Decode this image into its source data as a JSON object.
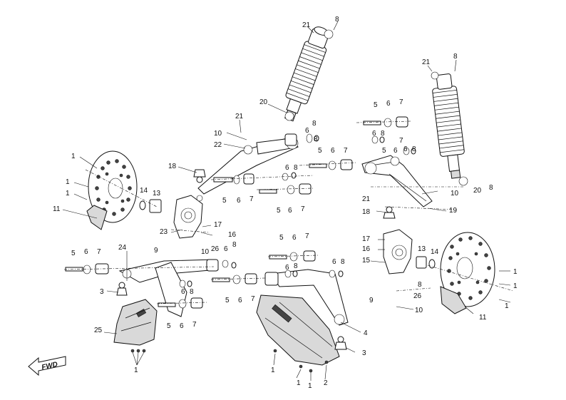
{
  "diagram": {
    "fwd_label": "FWD",
    "callouts": [
      {
        "id": "c21a",
        "text": "21"
      },
      {
        "id": "c8a",
        "text": "8"
      },
      {
        "id": "c21b",
        "text": "21"
      },
      {
        "id": "c8b",
        "text": "8"
      },
      {
        "id": "c20a",
        "text": "20"
      },
      {
        "id": "c21c",
        "text": "21"
      },
      {
        "id": "c8c",
        "text": "8"
      },
      {
        "id": "c10a",
        "text": "10"
      },
      {
        "id": "c22",
        "text": "22"
      },
      {
        "id": "c6a",
        "text": "6"
      },
      {
        "id": "c8d",
        "text": "8"
      },
      {
        "id": "c5a",
        "text": "5"
      },
      {
        "id": "c6b",
        "text": "6"
      },
      {
        "id": "c7a",
        "text": "7"
      },
      {
        "id": "c6c",
        "text": "6"
      },
      {
        "id": "c8e",
        "text": "8"
      },
      {
        "id": "c5b",
        "text": "5"
      },
      {
        "id": "c6d",
        "text": "6"
      },
      {
        "id": "c7b",
        "text": "7"
      },
      {
        "id": "c6e",
        "text": "6"
      },
      {
        "id": "c8f",
        "text": "8"
      },
      {
        "id": "c5c",
        "text": "5"
      },
      {
        "id": "c6f",
        "text": "6"
      },
      {
        "id": "c7c",
        "text": "7"
      },
      {
        "id": "c6g",
        "text": "6"
      },
      {
        "id": "c8g",
        "text": "8"
      },
      {
        "id": "c18a",
        "text": "18"
      },
      {
        "id": "c5d",
        "text": "5"
      },
      {
        "id": "c6h",
        "text": "6"
      },
      {
        "id": "c7d",
        "text": "7"
      },
      {
        "id": "c5e",
        "text": "5"
      },
      {
        "id": "c6i",
        "text": "6"
      },
      {
        "id": "c7e",
        "text": "7"
      },
      {
        "id": "c21d",
        "text": "21"
      },
      {
        "id": "c10b",
        "text": "10"
      },
      {
        "id": "c20b",
        "text": "20"
      },
      {
        "id": "c8h",
        "text": "8"
      },
      {
        "id": "c19",
        "text": "19"
      },
      {
        "id": "c1a",
        "text": "1"
      },
      {
        "id": "c1b",
        "text": "1"
      },
      {
        "id": "c1c",
        "text": "1"
      },
      {
        "id": "c14a",
        "text": "14"
      },
      {
        "id": "c13a",
        "text": "13"
      },
      {
        "id": "c11a",
        "text": "11"
      },
      {
        "id": "c17a",
        "text": "17"
      },
      {
        "id": "c16a",
        "text": "16"
      },
      {
        "id": "c23",
        "text": "23"
      },
      {
        "id": "c9a",
        "text": "9"
      },
      {
        "id": "c26a",
        "text": "26"
      },
      {
        "id": "c10c",
        "text": "10"
      },
      {
        "id": "c6j",
        "text": "6"
      },
      {
        "id": "c8i",
        "text": "8"
      },
      {
        "id": "c5f",
        "text": "5"
      },
      {
        "id": "c6k",
        "text": "6"
      },
      {
        "id": "c7f",
        "text": "7"
      },
      {
        "id": "c24",
        "text": "24"
      },
      {
        "id": "c3a",
        "text": "3"
      },
      {
        "id": "c6l",
        "text": "6"
      },
      {
        "id": "c8j",
        "text": "8"
      },
      {
        "id": "c5g",
        "text": "5"
      },
      {
        "id": "c6m",
        "text": "6"
      },
      {
        "id": "c7g",
        "text": "7"
      },
      {
        "id": "c25",
        "text": "25"
      },
      {
        "id": "c1d",
        "text": "1"
      },
      {
        "id": "c5h",
        "text": "5"
      },
      {
        "id": "c6n",
        "text": "6"
      },
      {
        "id": "c7h",
        "text": "7"
      },
      {
        "id": "c6o",
        "text": "6"
      },
      {
        "id": "c8k",
        "text": "8"
      },
      {
        "id": "c5i",
        "text": "5"
      },
      {
        "id": "c6p",
        "text": "6"
      },
      {
        "id": "c7i",
        "text": "7"
      },
      {
        "id": "c6q",
        "text": "6"
      },
      {
        "id": "c8l",
        "text": "8"
      },
      {
        "id": "c18b",
        "text": "18"
      },
      {
        "id": "c17b",
        "text": "17"
      },
      {
        "id": "c16b",
        "text": "16"
      },
      {
        "id": "c15",
        "text": "15"
      },
      {
        "id": "c13b",
        "text": "13"
      },
      {
        "id": "c14b",
        "text": "14"
      },
      {
        "id": "c1e",
        "text": "1"
      },
      {
        "id": "c1f",
        "text": "1"
      },
      {
        "id": "c1g",
        "text": "1"
      },
      {
        "id": "c9b",
        "text": "9"
      },
      {
        "id": "c8m",
        "text": "8"
      },
      {
        "id": "c26b",
        "text": "26"
      },
      {
        "id": "c10d",
        "text": "10"
      },
      {
        "id": "c11b",
        "text": "11"
      },
      {
        "id": "c4",
        "text": "4"
      },
      {
        "id": "c3b",
        "text": "3"
      },
      {
        "id": "c1h",
        "text": "1"
      },
      {
        "id": "c1i",
        "text": "1"
      },
      {
        "id": "c1j",
        "text": "1"
      },
      {
        "id": "c2",
        "text": "2"
      }
    ]
  }
}
